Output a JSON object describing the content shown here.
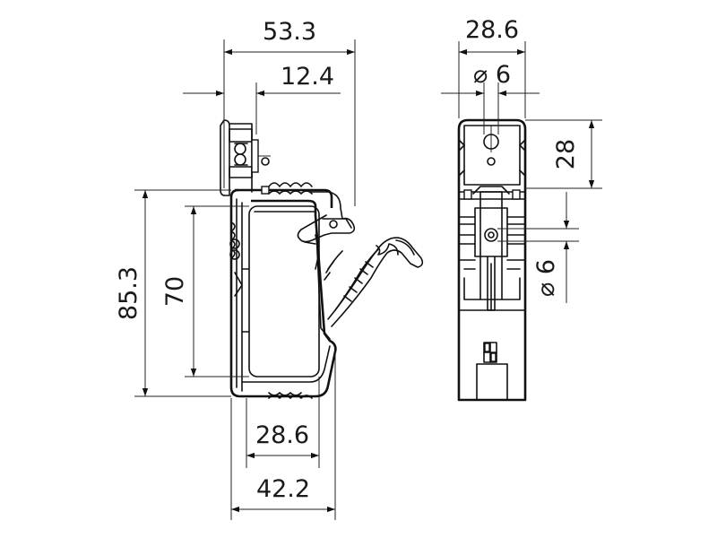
{
  "drawing": {
    "side_view": {
      "dim_overall_width": "53.3",
      "dim_offset": "12.4",
      "dim_overall_height": "85.3",
      "dim_inner_height": "70",
      "dim_inner_width": "28.6",
      "dim_base_width": "42.2"
    },
    "front_view": {
      "dim_width": "28.6",
      "dim_hole_top": "⌀ 6",
      "dim_top_height": "28",
      "dim_hole_side": "⌀ 6"
    }
  }
}
